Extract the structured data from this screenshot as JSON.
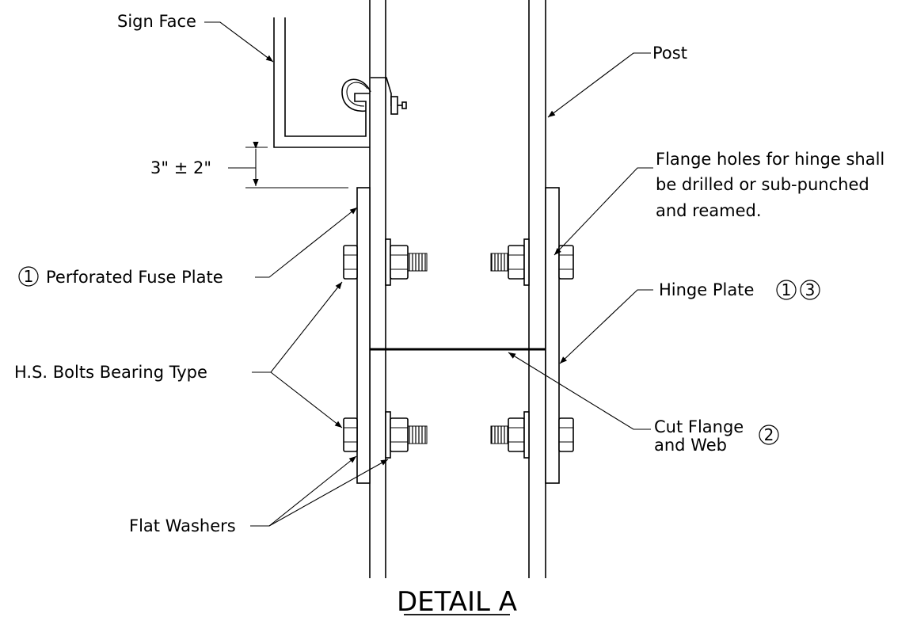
{
  "labels": {
    "sign_face": "Sign Face",
    "post": "Post",
    "clearance": "3\" ± 2\"",
    "flange_holes_l1": "Flange holes for hinge shall",
    "flange_holes_l2": "be drilled or sub-punched",
    "flange_holes_l3": "and reamed.",
    "fuse_plate": "Perforated Fuse Plate",
    "hinge_plate": "Hinge Plate",
    "hs_bolts": "H.S. Bolts Bearing Type",
    "cut_flange_l1": "Cut Flange",
    "cut_flange_l2": "and Web",
    "flat_washers": "Flat Washers",
    "title": "DETAIL A"
  },
  "notes": {
    "fuse_plate": "1",
    "hinge_plate_a": "1",
    "hinge_plate_b": "3",
    "cut_flange": "2"
  }
}
